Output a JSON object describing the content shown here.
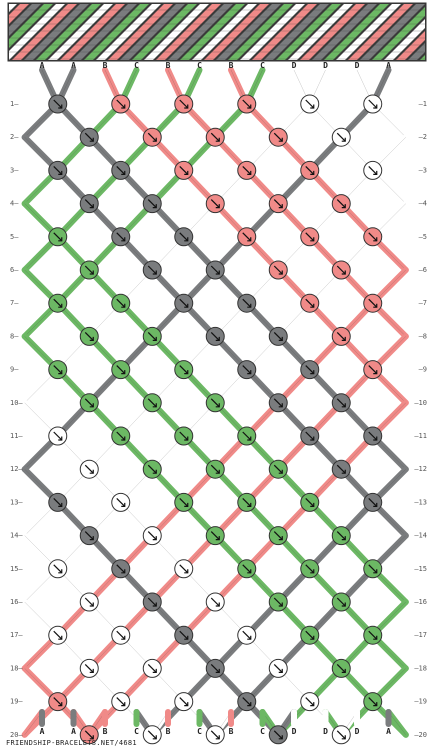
{
  "colors": {
    "A": "#7a7c7e",
    "B": "#f08a88",
    "C": "#6cb864",
    "D": "#ffffff",
    "outline": "#333333",
    "stripe_dark": "#3a3a3a"
  },
  "pattern": {
    "strands_top": [
      "A",
      "A",
      "B",
      "C",
      "B",
      "C",
      "B",
      "C",
      "D",
      "D",
      "D",
      "A"
    ],
    "strands_bottom": [
      "A",
      "A",
      "B",
      "C",
      "B",
      "C",
      "B",
      "C",
      "D",
      "D",
      "D",
      "A"
    ],
    "row_labels": [
      "1",
      "2",
      "3",
      "4",
      "5",
      "6",
      "7",
      "8",
      "9",
      "10",
      "11",
      "12",
      "13",
      "14",
      "15",
      "16",
      "17",
      "18",
      "19",
      "20"
    ],
    "row_label_suffix": "—",
    "knot_direction": "forward-knot"
  },
  "footer": {
    "credit": "FRIENDSHIP-BRACELETS.NET/4681"
  }
}
